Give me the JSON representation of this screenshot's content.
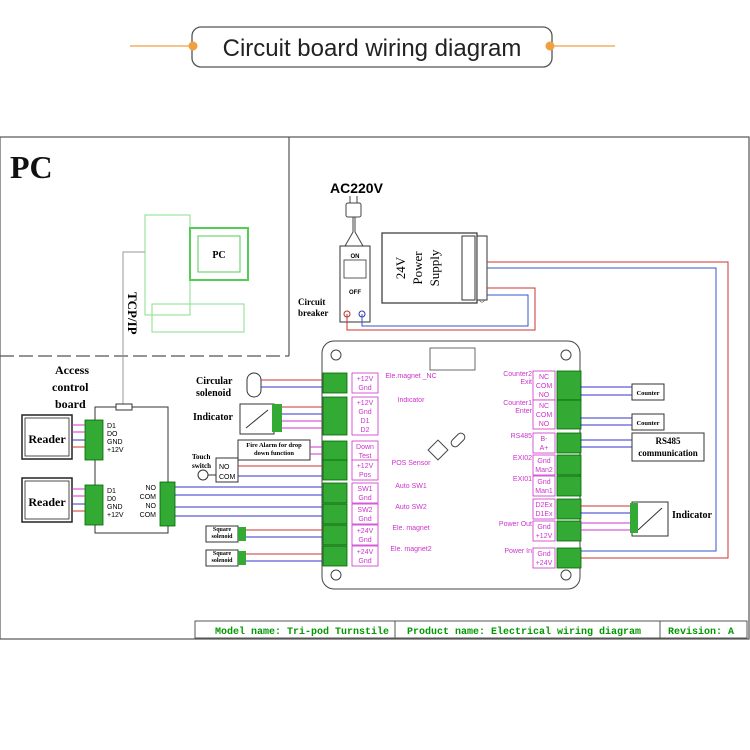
{
  "header": {
    "title": "Circuit board wiring diagram"
  },
  "pc_zone": {
    "label": "PC",
    "inner_label": "PC",
    "tcpip": "TCP/IP"
  },
  "power": {
    "ac": "AC220V",
    "breaker_on": "ON",
    "breaker_off": "OFF",
    "breaker_label_1": "Circuit",
    "breaker_label_2": "breaker",
    "supply_line1": "24V",
    "supply_line2": "Power",
    "supply_line3": "Supply"
  },
  "access_board": {
    "label_1": "Access",
    "label_2": "control",
    "label_3": "board",
    "reader1": "Reader",
    "reader2": "Reader",
    "pins_r1": [
      "D1",
      "DO",
      "GND",
      "+12V"
    ],
    "pins_r2": [
      "D1",
      "D0",
      "GND",
      "+12V"
    ],
    "relay_pins": [
      "NO",
      "COM",
      "NO",
      "COM"
    ]
  },
  "left_devices": {
    "solenoid_1": "Circular",
    "solenoid_2": "solenoid",
    "indicator": "Indicator",
    "fire_alarm": "Fire Alarm for drop down function",
    "touch_1": "Touch",
    "touch_2": "switch",
    "touch_no": "NO",
    "touch_com": "COM",
    "sq_sol_1": "Square solenoid",
    "sq_sol_2": "Square solenoid"
  },
  "board_left": [
    {
      "pins": [
        "+12V",
        "Gnd"
      ],
      "name": "Ele.magnet _NC"
    },
    {
      "pins": [
        "+12V",
        "Gnd",
        "D1",
        "D2"
      ],
      "name": "Indicator"
    },
    {
      "pins": [
        "Down",
        "Test"
      ],
      "name": ""
    },
    {
      "pins": [
        "+12V",
        "Pos"
      ],
      "name": "POS Sensor"
    },
    {
      "pins": [
        "SW1",
        "Gnd"
      ],
      "name": "Auto SW1"
    },
    {
      "pins": [
        "SW2",
        "Gnd"
      ],
      "name": "Auto SW2"
    },
    {
      "pins": [
        "+24V",
        "Gnd"
      ],
      "name": "Ele. magnet"
    },
    {
      "pins": [
        "+24V",
        "Gnd"
      ],
      "name": "Ele. magnet2"
    }
  ],
  "board_right": [
    {
      "pins": [
        "NC",
        "COM",
        "NO"
      ],
      "name": "Counter2 Exit"
    },
    {
      "pins": [
        "NC",
        "COM",
        "NO"
      ],
      "name": "Counter1 Enter"
    },
    {
      "pins": [
        "B-",
        "A+"
      ],
      "name": "RS485"
    },
    {
      "pins": [
        "Gnd",
        "Man2"
      ],
      "name": "EXI02"
    },
    {
      "pins": [
        "Gnd",
        "Man1"
      ],
      "name": "EXI01"
    },
    {
      "pins": [
        "D2Ex",
        "D1Ex"
      ],
      "name": ""
    },
    {
      "pins": [
        "Gnd",
        "+12V"
      ],
      "name": "Power Out"
    },
    {
      "pins": [
        "Gnd",
        "+24V"
      ],
      "name": "Power In"
    }
  ],
  "right_devices": {
    "counter1": "Counter",
    "counter2": "Counter",
    "rs485_1": "RS485",
    "rs485_2": "communication",
    "indicator": "Indicator"
  },
  "footer": {
    "model": "Model name: Tri-pod Turnstile",
    "product": "Product name: Electrical wiring diagram",
    "revision": "Revision: A"
  }
}
